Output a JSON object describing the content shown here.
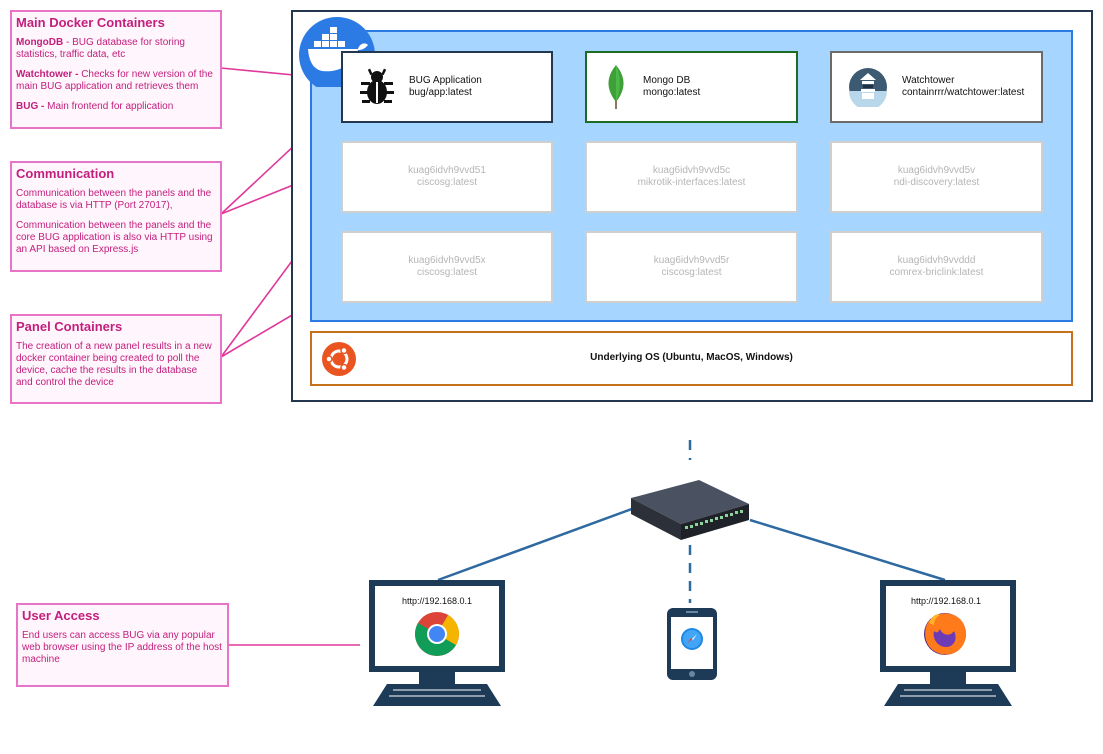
{
  "notes": {
    "main_containers": {
      "title": "Main Docker Containers",
      "mongo_key": "MongoDB",
      "mongo_text": " - BUG database for storing statistics, traffic data, etc",
      "watchtower_key": "Watchtower - ",
      "watchtower_text": "Checks for new version of the main BUG application and retrieves them",
      "bug_key": "BUG - ",
      "bug_text": "Main frontend for application"
    },
    "communication": {
      "title": "Communication",
      "p1": "Communication between the panels and the database is via HTTP (Port 27017),",
      "p2": "Communication between the panels and the core BUG application is also via HTTP using an API based on Express.js"
    },
    "panel_containers": {
      "title": "Panel Containers",
      "text": "The creation of a new panel results in a new docker container being created to poll the device, cache the results in the database and control the device"
    },
    "user_access": {
      "title": "User Access",
      "text": "End users can access BUG via any popular web browser using the IP address of the host machine"
    }
  },
  "main_containers": [
    {
      "name": "BUG Application",
      "image": "bug/app:latest",
      "icon": "bug-icon",
      "border": "#23384f"
    },
    {
      "name": "Mongo DB",
      "image": "mongo:latest",
      "icon": "mongodb-leaf-icon",
      "border": "#1e6b23"
    },
    {
      "name": "Watchtower",
      "image": "containrrr/watchtower:latest",
      "icon": "watchtower-icon",
      "border": "#6b6b6b"
    }
  ],
  "panel_containers": [
    {
      "id": "kuag6idvh9vvd51",
      "image": "ciscosg:latest"
    },
    {
      "id": "kuag6idvh9vvd5c",
      "image": "mikrotik-interfaces:latest"
    },
    {
      "id": "kuag6idvh9vvd5v",
      "image": "ndi-discovery:latest"
    },
    {
      "id": "kuag6idvh9vvd5x",
      "image": "ciscosg:latest"
    },
    {
      "id": "kuag6idvh9vvd5r",
      "image": "ciscosg:latest"
    },
    {
      "id": "kuag6idvh9vvddd",
      "image": "comrex-briclink:latest"
    }
  ],
  "os": {
    "label": "Underlying OS (Ubuntu, MacOS, Windows)",
    "icon": "ubuntu-icon"
  },
  "clients": {
    "left_url": "http://192.168.0.1",
    "right_url": "http://192.168.0.1",
    "left_browser": "chrome-icon",
    "right_browser": "firefox-icon",
    "phone_browser": "safari-icon"
  },
  "colors": {
    "annotation_pink": "#e774c6",
    "docker_blue": "#2c7be5",
    "docker_area_fill": "#a6d5ff",
    "host_border": "#23384f",
    "os_border": "#c8711c",
    "network_line": "#2e6aa1"
  }
}
